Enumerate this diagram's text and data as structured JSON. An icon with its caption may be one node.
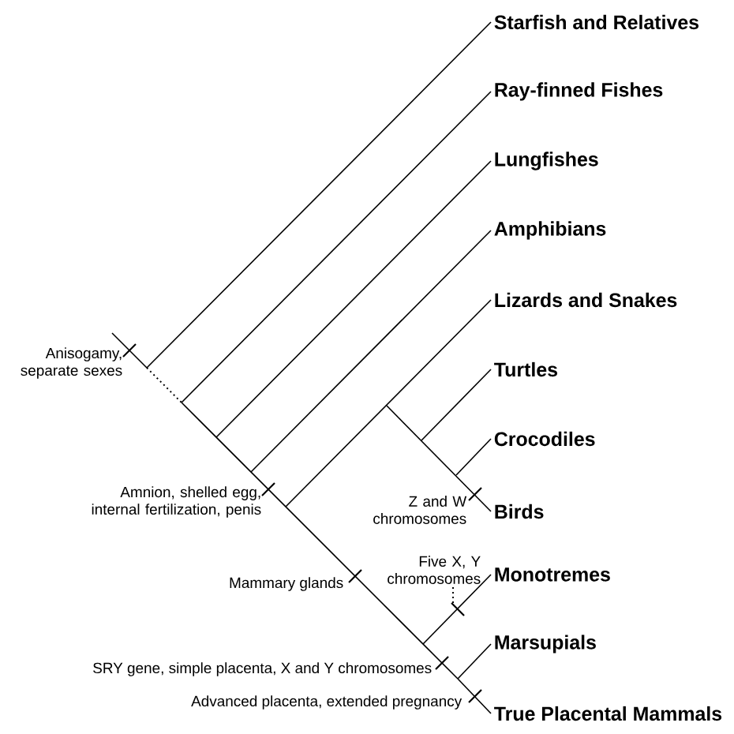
{
  "diagram": {
    "nodes": [
      {
        "text": [
          "Starfish and Relatives"
        ]
      },
      {
        "text": [
          "Ray-finned Fishes"
        ]
      },
      {
        "text": [
          "Lungfishes"
        ]
      },
      {
        "text": [
          "Amphibians"
        ]
      },
      {
        "text": [
          "Lizards and Snakes"
        ]
      },
      {
        "text": [
          "Turtles"
        ]
      },
      {
        "text": [
          "Crocodiles"
        ]
      },
      {
        "text": [
          "Birds"
        ]
      },
      {
        "text": [
          "Monotremes"
        ]
      },
      {
        "text": [
          "Marsupials"
        ]
      },
      {
        "text": [
          "True Placental Mammals"
        ]
      }
    ],
    "edges": [
      {
        "from": null,
        "to": 0,
        "arrow": "none"
      },
      {
        "from": null,
        "to": 1,
        "arrow": "none"
      },
      {
        "from": null,
        "to": 2,
        "arrow": "none"
      },
      {
        "from": null,
        "to": 3,
        "arrow": "none"
      },
      {
        "from": null,
        "to": 4,
        "arrow": "none"
      },
      {
        "from": null,
        "to": 5,
        "arrow": "none"
      },
      {
        "from": null,
        "to": 6,
        "arrow": "none"
      },
      {
        "from": null,
        "to": 7,
        "arrow": "none"
      },
      {
        "from": null,
        "to": 8,
        "arrow": "none"
      },
      {
        "from": null,
        "to": 9,
        "arrow": "none"
      },
      {
        "from": null,
        "to": 10,
        "arrow": "none"
      }
    ],
    "labels": [
      "Anisogamy, separate sexes",
      "Amnion, shelled egg, internal fertilization, penis",
      "Z and W chromosomes",
      "Five X, Y chromosomes",
      "Mammary glands",
      "SRY gene, simple placenta, X and Y chromosomes",
      "Advanced placenta, extended pregnancy"
    ]
  }
}
